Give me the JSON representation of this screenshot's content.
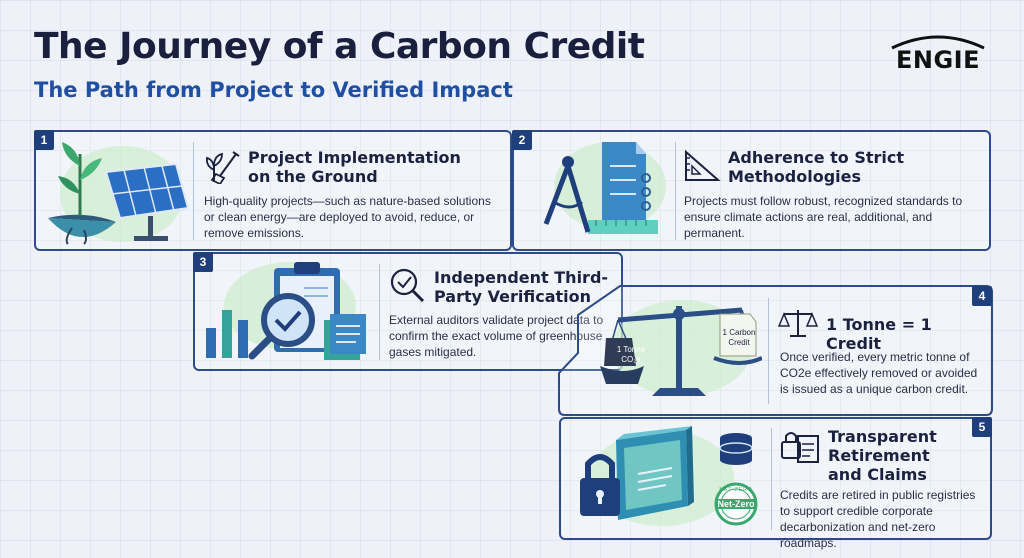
{
  "header": {
    "title": "The Journey of a Carbon Credit",
    "subtitle": "The Path from Project to Verified Impact",
    "logo_text": "ENGIE"
  },
  "colors": {
    "navy": "#1a1f3d",
    "accent_blue": "#1f4fa3",
    "frame": "#2d4b8a",
    "green": "#3aa76d",
    "teal": "#25a7a0"
  },
  "steps": [
    {
      "number": "1",
      "title": "Project Implementation on the Ground",
      "body": "High-quality projects—such as nature-based solutions or clean energy—are deployed to avoid, reduce, or remove emissions.",
      "icon": "plant-shovel-icon"
    },
    {
      "number": "2",
      "title": "Adherence to Strict Methodologies",
      "body": "Projects must follow robust, recognized standards to ensure climate actions are real, additional, and permanent.",
      "icon": "set-square-icon"
    },
    {
      "number": "3",
      "title": "Independent Third-Party Verification",
      "body": "External auditors validate project data to confirm the exact volume of greenhouse gases mitigated.",
      "icon": "magnifier-check-icon"
    },
    {
      "number": "4",
      "title": "1 Tonne = 1 Credit",
      "body": "Once verified, every metric tonne of CO2e effectively removed or avoided is issued as a unique carbon credit.",
      "icon": "balance-scale-icon",
      "scale_left_label": "1 Tonne CO₂e",
      "scale_right_label": "1 Carbon Credit"
    },
    {
      "number": "5",
      "title": "Transparent Retirement and Claims",
      "body": "Credits are retired in public registries to support credible corporate decarbonization and net-zero roadmaps.",
      "icon": "lock-document-icon",
      "seal_label": "Net-Zero",
      "seal_ring_text": "NET-ZERO"
    }
  ]
}
